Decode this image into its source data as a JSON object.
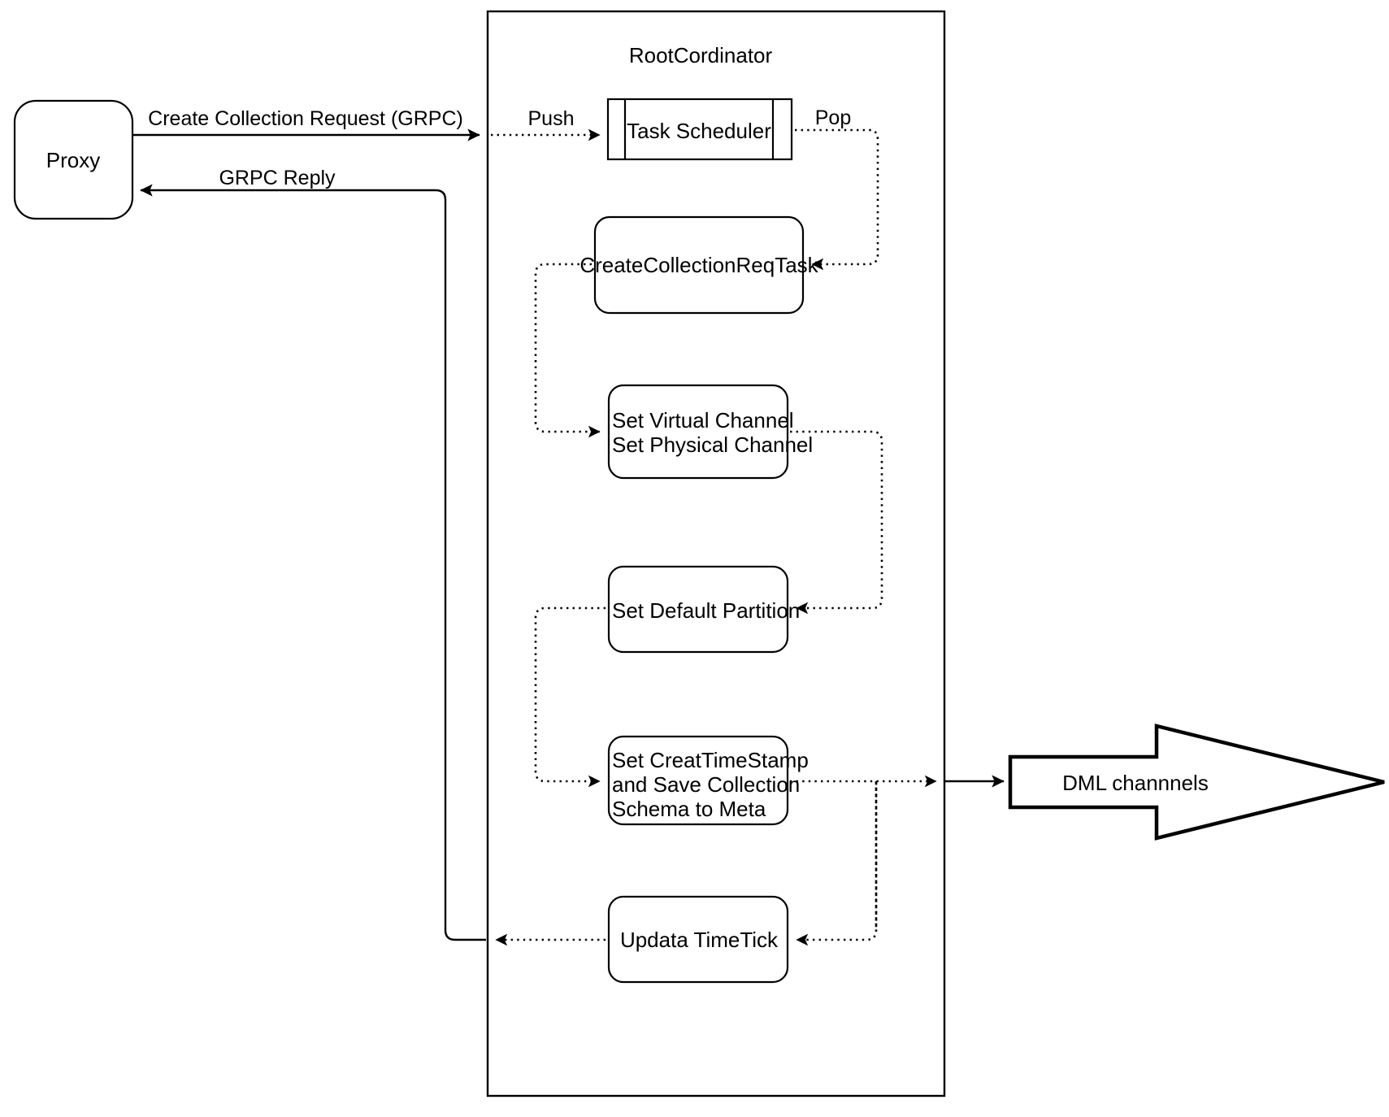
{
  "diagram": {
    "title_node": "RootCordinator",
    "nodes": {
      "proxy": "Proxy",
      "task_scheduler": "Task Scheduler",
      "create_collection_req_task": "CreateCollectionReqTask",
      "set_channel_line1": "Set Virtual Channel",
      "set_channel_line2": "Set Physical Channel",
      "set_default_partition": "Set Default Partition",
      "set_timestamp_line1": "Set CreatTimeStamp",
      "set_timestamp_line2": "and Save Collection",
      "set_timestamp_line3": "Schema to Meta",
      "update_timetick": "Updata TimeTick",
      "dml_channels": "DML channnels"
    },
    "edge_labels": {
      "create_collection_request": "Create Collection Request (GRPC)",
      "grpc_reply": "GRPC Reply",
      "push": "Push",
      "pop": "Pop"
    },
    "colors": {
      "stroke": "#000000",
      "fill": "#ffffff",
      "background": "#ffffff"
    }
  }
}
